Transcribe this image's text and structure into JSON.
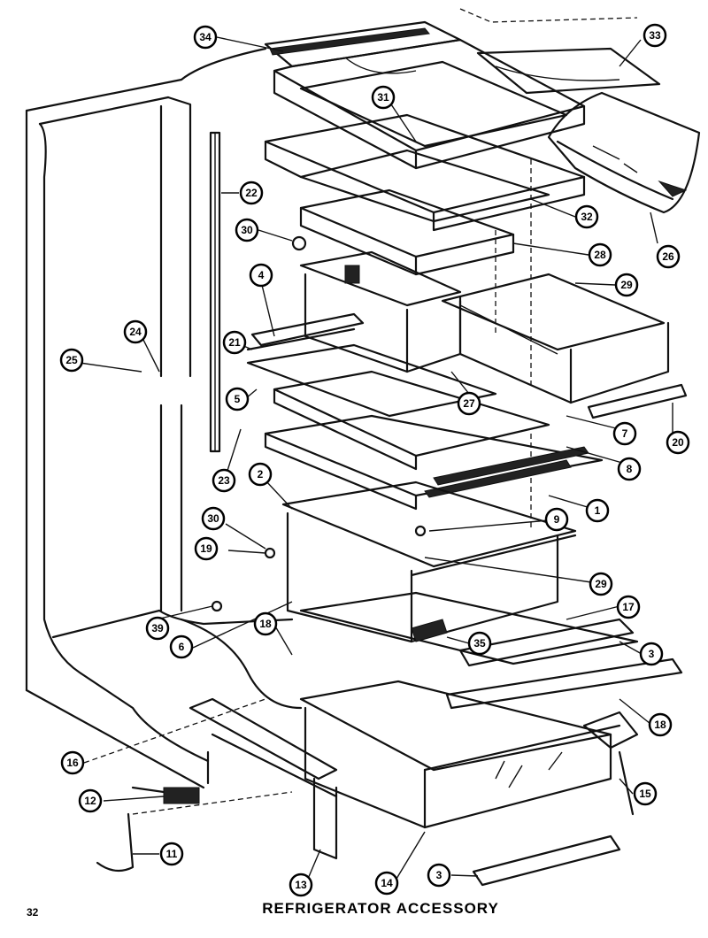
{
  "caption": "REFRIGERATOR ACCESSORY",
  "page_number": "32",
  "callouts": [
    "34",
    "33",
    "31",
    "32",
    "30",
    "28",
    "26",
    "29",
    "4",
    "21",
    "25",
    "24",
    "22",
    "5",
    "27",
    "7",
    "20",
    "8",
    "23",
    "2",
    "1",
    "9",
    "30",
    "19",
    "29",
    "17",
    "39",
    "6",
    "18",
    "35",
    "3",
    "18",
    "16",
    "12",
    "11",
    "13",
    "14",
    "3",
    "15"
  ]
}
